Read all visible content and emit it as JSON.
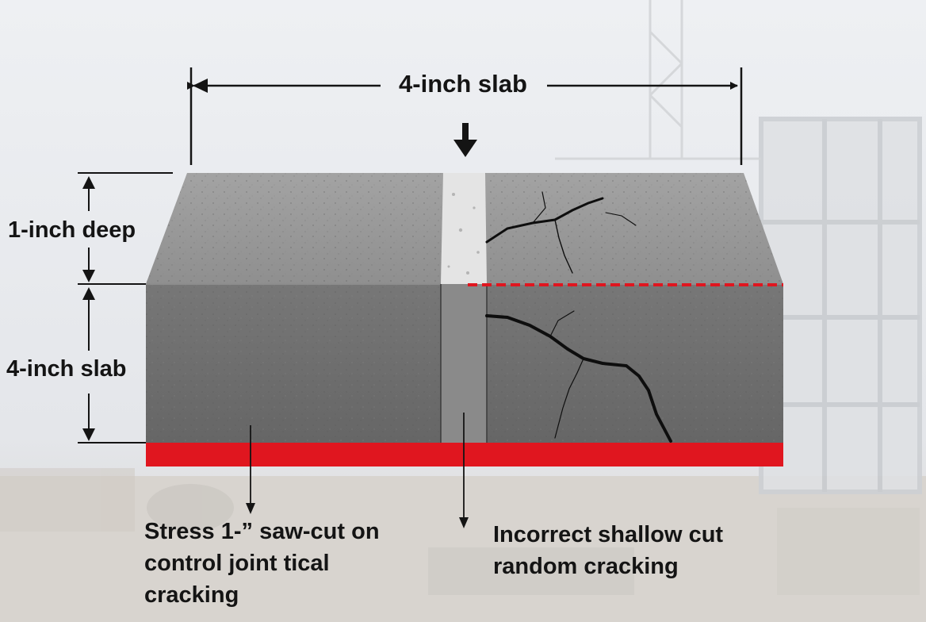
{
  "dimensions": {
    "top_width": "4-inch slab",
    "cut_depth": "1-inch deep",
    "slab_thickness": "4-inch slab"
  },
  "callouts": {
    "left_lines": [
      "Stress 1-” saw-cut on",
      "control joint tical",
      "cracking"
    ],
    "right_lines": [
      "Incorrect shallow cut",
      "random cracking"
    ]
  },
  "colors": {
    "concrete_top": "#9a9a9a",
    "concrete_front": "#6e6e6e",
    "joint_fill": "#e2e2e2",
    "base_layer": "#e0161f",
    "dashed_line": "#e0161f",
    "text": "#141414"
  }
}
